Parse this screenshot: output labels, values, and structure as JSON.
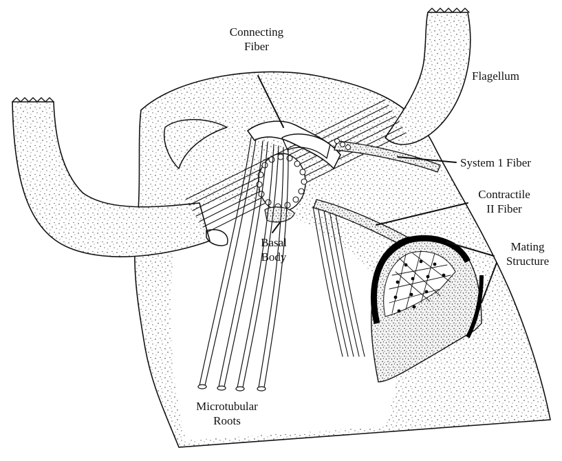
{
  "labels": {
    "connecting_fiber": [
      "Connecting",
      "Fiber"
    ],
    "flagellum": "Flagellum",
    "system_1_fiber": "System 1 Fiber",
    "contractile_ii_fiber": [
      "Contractile",
      "II Fiber"
    ],
    "mating_structure": [
      "Mating",
      "Structure"
    ],
    "basal_body": [
      "Basal",
      "Body"
    ],
    "microtubular_roots": [
      "Microtubular",
      "Roots"
    ]
  },
  "colors": {
    "ink": "#111111",
    "paper": "#ffffff"
  }
}
